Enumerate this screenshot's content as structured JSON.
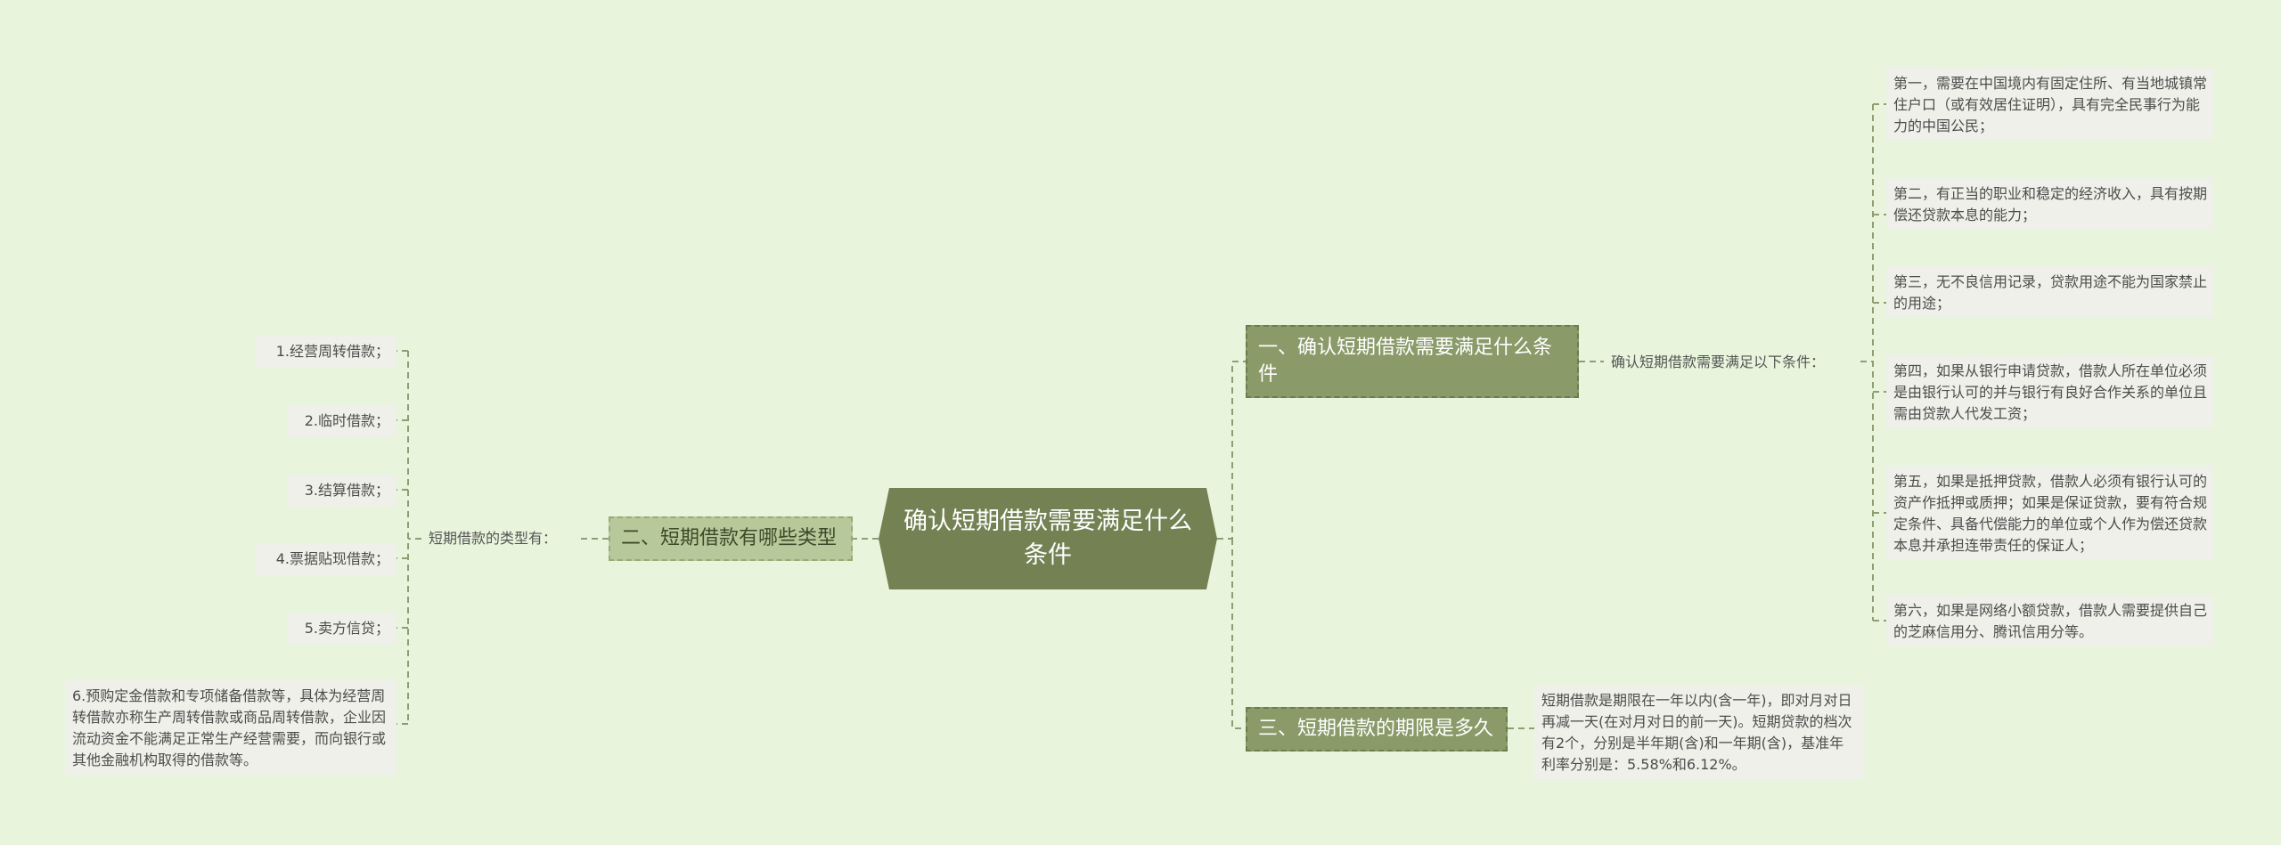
{
  "root": {
    "title": "确认短期借款需要满足什么条件"
  },
  "branch1": {
    "title": "一、确认短期借款需要满足什么条件",
    "sub": "确认短期借款需要满足以下条件：",
    "items": [
      "第一，需要在中国境内有固定住所、有当地城镇常住户口（或有效居住证明），具有完全民事行为能力的中国公民；",
      "第二，有正当的职业和稳定的经济收入，具有按期偿还贷款本息的能力；",
      "第三，无不良信用记录，贷款用途不能为国家禁止的用途；",
      "第四，如果从银行申请贷款，借款人所在单位必须是由银行认可的并与银行有良好合作关系的单位且需由贷款人代发工资；",
      "第五，如果是抵押贷款，借款人必须有银行认可的资产作抵押或质押；如果是保证贷款，要有符合规定条件、具备代偿能力的单位或个人作为偿还贷款本息并承担连带责任的保证人；",
      "第六，如果是网络小额贷款，借款人需要提供自己的芝麻信用分、腾讯信用分等。"
    ]
  },
  "branch2": {
    "title": "二、短期借款有哪些类型",
    "sub": "短期借款的类型有：",
    "items": [
      "1.经营周转借款；",
      "2.临时借款；",
      "3.结算借款；",
      "4.票据贴现借款；",
      "5.卖方信贷；",
      "6.预购定金借款和专项储备借款等，具体为经营周转借款亦称生产周转借款或商品周转借款，企业因流动资金不能满足正常生产经营需要，而向银行或其他金融机构取得的借款等。"
    ]
  },
  "branch3": {
    "title": "三、短期借款的期限是多久",
    "items": [
      "短期借款是期限在一年以内(含一年)，即对月对日再减一天(在对月对日的前一天)。短期贷款的档次有2个，分别是半年期(含)和一年期(含)，基准年利率分别是：5.58%和6.12%。"
    ]
  },
  "colors": {
    "line": "#8e9e73"
  }
}
